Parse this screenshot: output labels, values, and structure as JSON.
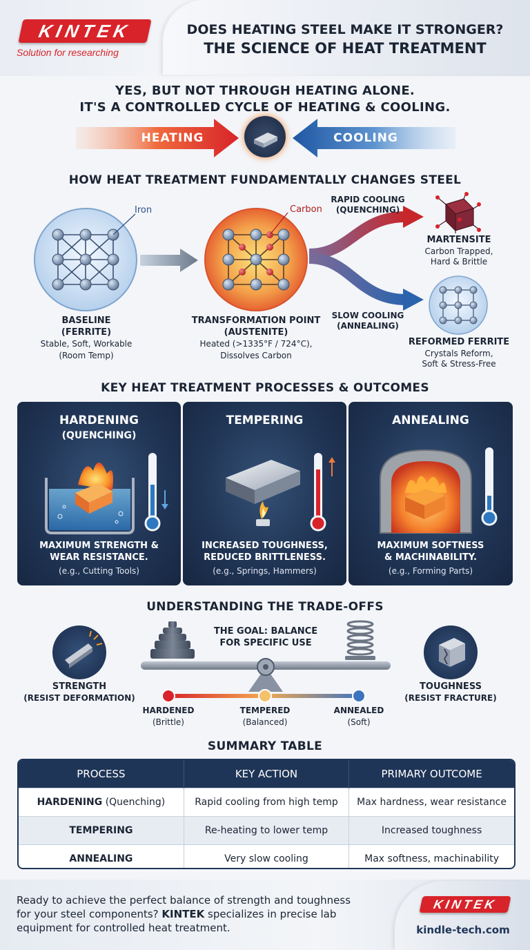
{
  "brand": {
    "logo_text": "KINTEK",
    "tagline": "Solution for researching",
    "color": "#d8232a"
  },
  "header": {
    "title_line1": "DOES HEATING STEEL MAKE IT STRONGER?",
    "title_line2": "THE SCIENCE OF HEAT TREATMENT"
  },
  "intro": {
    "line1": "YES, BUT NOT THROUGH HEATING ALONE.",
    "line2": "IT'S A CONTROLLED CYCLE OF HEATING & COOLING.",
    "heating_label": "HEATING",
    "cooling_label": "COOLING"
  },
  "fundamentals": {
    "title": "HOW HEAT TREATMENT FUNDAMENTALLY CHANGES STEEL",
    "iron_label": "Iron",
    "carbon_label": "Carbon",
    "baseline": {
      "title1": "BASELINE",
      "title2": "(FERRITE)",
      "desc1": "Stable, Soft, Workable",
      "desc2": "(Room Temp)"
    },
    "transformation": {
      "title1": "TRANSFORMATION POINT",
      "title2": "(AUSTENITE)",
      "desc1": "Heated (>1335°F / 724°C),",
      "desc2": "Dissolves Carbon"
    },
    "rapid_cooling": {
      "line1": "RAPID COOLING",
      "line2": "(QUENCHING)"
    },
    "slow_cooling": {
      "line1": "SLOW COOLING",
      "line2": "(ANNEALING)"
    },
    "martensite": {
      "title": "MARTENSITE",
      "desc1": "Carbon Trapped,",
      "desc2": "Hard & Brittle"
    },
    "reformed": {
      "title": "REFORMED FERRITE",
      "desc1": "Crystals Reform,",
      "desc2": "Soft & Stress-Free"
    }
  },
  "processes": {
    "title": "KEY HEAT TREATMENT PROCESSES & OUTCOMES",
    "cards": [
      {
        "title1": "HARDENING",
        "title2": "(QUENCHING)",
        "outcome1": "MAXIMUM STRENGTH &",
        "outcome2": "WEAR RESISTANCE.",
        "example": "(e.g., Cutting Tools)"
      },
      {
        "title1": "TEMPERING",
        "title2": "",
        "outcome1": "INCREASED TOUGHNESS,",
        "outcome2": "REDUCED BRITTLENESS.",
        "example": "(e.g., Springs, Hammers)"
      },
      {
        "title1": "ANNEALING",
        "title2": "",
        "outcome1": "MAXIMUM SOFTNESS",
        "outcome2": "& MACHINABILITY.",
        "example": "(e.g., Forming Parts)"
      }
    ]
  },
  "tradeoffs": {
    "title": "UNDERSTANDING THE TRADE-OFFS",
    "goal1": "THE GOAL: BALANCE",
    "goal2": "FOR SPECIFIC USE",
    "strength": {
      "title": "STRENGTH",
      "desc": "(RESIST DEFORMATION)"
    },
    "toughness": {
      "title": "TOUGHNESS",
      "desc": "(RESIST FRACTURE)"
    },
    "scale": [
      {
        "label": "HARDENED",
        "desc": "(Brittle)"
      },
      {
        "label": "TEMPERED",
        "desc": "(Balanced)"
      },
      {
        "label": "ANNEALED",
        "desc": "(Soft)"
      }
    ]
  },
  "summary": {
    "title": "SUMMARY TABLE",
    "headers": [
      "PROCESS",
      "KEY ACTION",
      "PRIMARY OUTCOME"
    ],
    "rows": [
      {
        "process_bold": "HARDENING",
        "process_rest": " (Quenching)",
        "action": "Rapid cooling from high temp",
        "outcome": "Max hardness, wear resistance"
      },
      {
        "process_bold": "TEMPERING",
        "process_rest": "",
        "action": "Re-heating to lower temp",
        "outcome": "Increased toughness"
      },
      {
        "process_bold": "ANNEALING",
        "process_rest": "",
        "action": "Very slow cooling",
        "outcome": "Max softness, machinability"
      }
    ]
  },
  "footer": {
    "text_line1": "Ready to achieve the perfect balance of strength and toughness",
    "text_line2_a": "for your steel components? ",
    "text_line2_brand": "KINTEK",
    "text_line2_b": " specializes in precise lab",
    "text_line3": "equipment for controlled heat treatment.",
    "url": "kindle-tech.com"
  }
}
